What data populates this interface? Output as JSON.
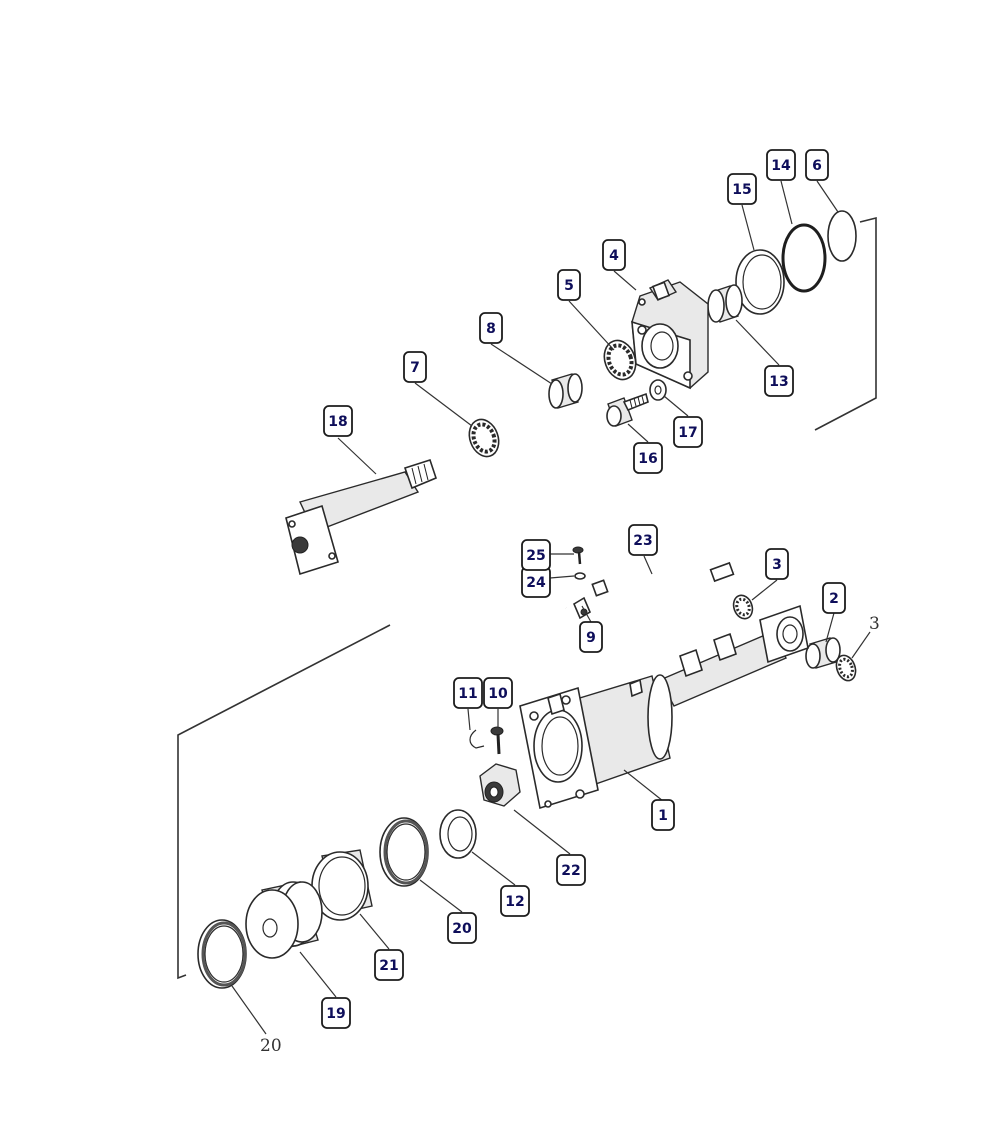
{
  "callouts": [
    {
      "id": "c1",
      "label": "1"
    },
    {
      "id": "c2",
      "label": "2"
    },
    {
      "id": "c3",
      "label": "3"
    },
    {
      "id": "c4",
      "label": "4"
    },
    {
      "id": "c5",
      "label": "5"
    },
    {
      "id": "c6",
      "label": "6"
    },
    {
      "id": "c7",
      "label": "7"
    },
    {
      "id": "c8",
      "label": "8"
    },
    {
      "id": "c9",
      "label": "9"
    },
    {
      "id": "c10",
      "label": "10"
    },
    {
      "id": "c11",
      "label": "11"
    },
    {
      "id": "c12",
      "label": "12"
    },
    {
      "id": "c13",
      "label": "13"
    },
    {
      "id": "c14",
      "label": "14"
    },
    {
      "id": "c15",
      "label": "15"
    },
    {
      "id": "c16",
      "label": "16"
    },
    {
      "id": "c17",
      "label": "17"
    },
    {
      "id": "c18",
      "label": "18"
    },
    {
      "id": "c19",
      "label": "19"
    },
    {
      "id": "c20",
      "label": "20"
    },
    {
      "id": "c21",
      "label": "21"
    },
    {
      "id": "c22",
      "label": "22"
    },
    {
      "id": "c23",
      "label": "23"
    },
    {
      "id": "c24",
      "label": "24"
    },
    {
      "id": "c25",
      "label": "25"
    }
  ],
  "plain_labels": [
    {
      "id": "p3",
      "label": "3"
    },
    {
      "id": "p20",
      "label": "20"
    }
  ]
}
